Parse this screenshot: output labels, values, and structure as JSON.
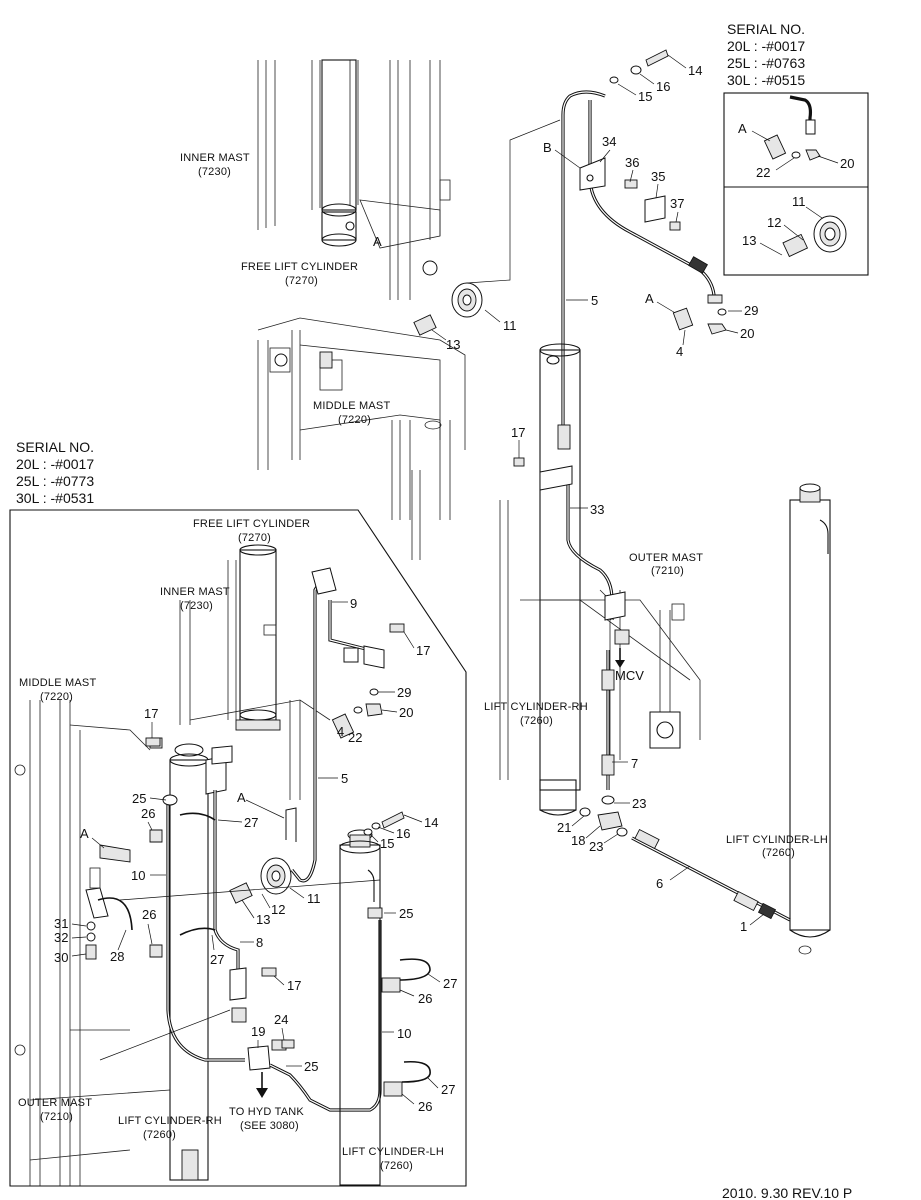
{
  "serial_top": {
    "title": "SERIAL NO.",
    "lines": [
      "20L : -#0017",
      "25L : -#0763",
      "30L : -#0515"
    ]
  },
  "serial_left": {
    "title": "SERIAL NO.",
    "lines": [
      "20L : -#0017",
      "25L : -#0773",
      "30L : -#0531"
    ]
  },
  "component_labels": {
    "inner_mast_top": [
      "INNER MAST",
      "(7230)"
    ],
    "free_lift_top": [
      "FREE LIFT CYLINDER",
      "(7270)"
    ],
    "middle_mast_top": [
      "MIDDLE MAST",
      "(7220)"
    ],
    "outer_mast_right": [
      "OUTER MAST",
      "(7210)"
    ],
    "lift_rh_right": [
      "LIFT CYLINDER-RH",
      "(7260)"
    ],
    "lift_lh_right": [
      "LIFT CYLINDER-LH",
      "(7260)"
    ],
    "free_lift_inset": [
      "FREE LIFT CYLINDER",
      "(7270)"
    ],
    "inner_mast_inset": [
      "INNER MAST",
      "(7230)"
    ],
    "middle_mast_inset": [
      "MIDDLE MAST",
      "(7220)"
    ],
    "outer_mast_inset": [
      "OUTER MAST",
      "(7210)"
    ],
    "lift_rh_inset": [
      "LIFT CYLINDER-RH",
      "(7260)"
    ],
    "lift_lh_inset": [
      "LIFT CYLINDER-LH",
      "(7260)"
    ],
    "hyd_tank": [
      "TO HYD TANK",
      "(SEE 3080)"
    ],
    "mcv": "MCV",
    "letter_a": "A",
    "letter_b": "B"
  },
  "part_numbers": {
    "p1": "1",
    "p4": "4",
    "p5": "5",
    "p6": "6",
    "p7": "7",
    "p8": "8",
    "p9": "9",
    "p10": "10",
    "p11": "11",
    "p12": "12",
    "p13": "13",
    "p14": "14",
    "p15": "15",
    "p16": "16",
    "p17": "17",
    "p18": "18",
    "p19": "19",
    "p20": "20",
    "p21": "21",
    "p22": "22",
    "p23": "23",
    "p24": "24",
    "p25": "25",
    "p26": "26",
    "p27": "27",
    "p28": "28",
    "p29": "29",
    "p30": "30",
    "p31": "31",
    "p32": "32",
    "p33": "33",
    "p34": "34",
    "p35": "35",
    "p36": "36",
    "p37": "37"
  },
  "footer_text": "2010. 9.30  REV.10 P"
}
